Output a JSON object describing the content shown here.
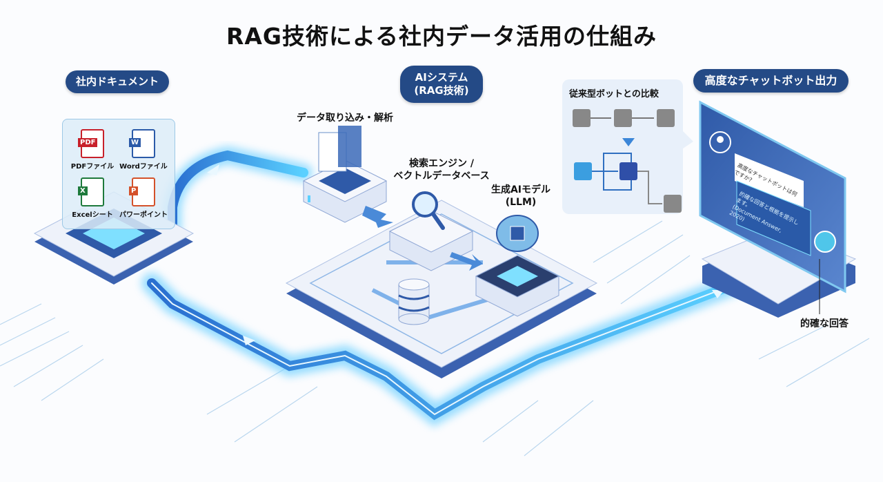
{
  "title": "RAG技術による社内データ活用の仕組み",
  "sections": {
    "documents": {
      "label": "社内ドキュメント",
      "items": [
        {
          "icon": "pdf-file-icon",
          "label": "PDFファイル",
          "badge": "PDF",
          "color": "#c8202a"
        },
        {
          "icon": "word-file-icon",
          "label": "Wordファイル",
          "badge": "W",
          "color": "#2b5aa8"
        },
        {
          "icon": "excel-file-icon",
          "label": "Excelシート",
          "badge": "X",
          "color": "#1e7a3c"
        },
        {
          "icon": "powerpoint-file-icon",
          "label": "パワーポイント",
          "badge": "P",
          "color": "#d4512a"
        }
      ]
    },
    "ai_system": {
      "label_line1": "AIシステム",
      "label_line2": "(RAG技術)",
      "ingest": "データ取り込み・解析",
      "search_line1": "検索エンジン /",
      "search_line2": "ベクトルデータベース",
      "llm_line1": "生成AIモデル",
      "llm_line2": "(LLM)"
    },
    "comparison": {
      "title": "従来型ボットとの比較"
    },
    "output": {
      "label": "高度なチャットボット出力",
      "question": "高度なチャットボットは何ですか?",
      "answer": "的確な回答と根拠を提示します。",
      "answer_note": "(Document Answer, 2020)",
      "callout": "的確な回答"
    }
  },
  "colors": {
    "pill": "#244a86",
    "flow_glow": "#3fb4f0",
    "platform": "#e9eef8",
    "platform_edge": "#3b62b0"
  }
}
